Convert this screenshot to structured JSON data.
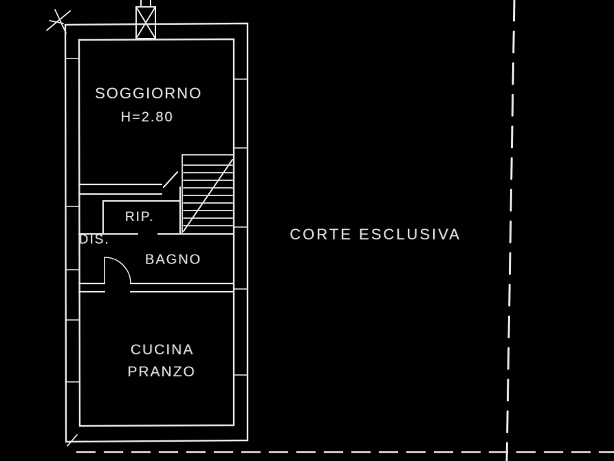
{
  "canvas": {
    "bg": "#000000",
    "line_color": "#e6e6e6",
    "text_color": "#dcdcdc"
  },
  "plan": {
    "rooms": {
      "soggiorno": {
        "label": "SOGGIORNO",
        "height_note": "H=2.80"
      },
      "rip": {
        "label": "RIP."
      },
      "dis": {
        "label": "DIS."
      },
      "bagno": {
        "label": "BAGNO"
      },
      "cucina": {
        "label_line1": "CUCINA",
        "label_line2": "PRANZO"
      }
    },
    "outdoor": {
      "corte": {
        "label": "CORTE ESCLUSIVA"
      }
    }
  }
}
